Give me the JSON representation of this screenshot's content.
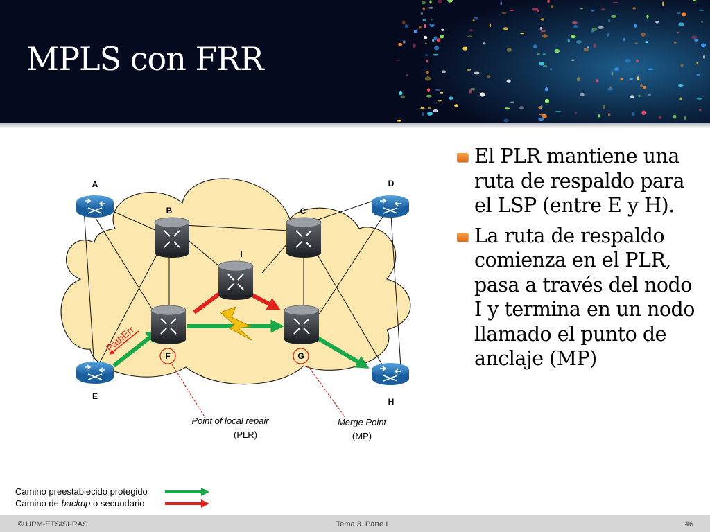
{
  "slide": {
    "title": "MPLS con FRR",
    "bullets": [
      "El PLR mantiene una ruta de respaldo para el LSP (entre E y H).",
      "La ruta de respaldo comienza en el PLR, pasa a través del nodo I y termina en un nodo llamado el punto de anclaje (MP)"
    ]
  },
  "diagram": {
    "node_labels": {
      "A": "A",
      "B": "B",
      "C": "C",
      "D": "D",
      "E": "E",
      "H": "H",
      "I": "I",
      "F": "F",
      "G": "G"
    },
    "patherr_label": "PathErr",
    "plr_caption": {
      "italic": "Point of local repair",
      "plain": "(PLR)"
    },
    "mp_caption": {
      "italic": "Merge Point",
      "plain": "(MP)"
    }
  },
  "legend": {
    "protected": {
      "label": "Camino preestablecido protegido",
      "color": "#19a84a"
    },
    "backup": {
      "before": "Camino de ",
      "italic": "backup",
      "after": " o secundario",
      "color": "#e0221b"
    }
  },
  "colors": {
    "cloud": "#fce7ae",
    "header": "#050a1e",
    "accent_bullet": "#ef8a2c"
  },
  "footer": {
    "left": "© UPM-ETSISI-RAS",
    "center": "Tema 3. Parte I",
    "page": "46"
  }
}
